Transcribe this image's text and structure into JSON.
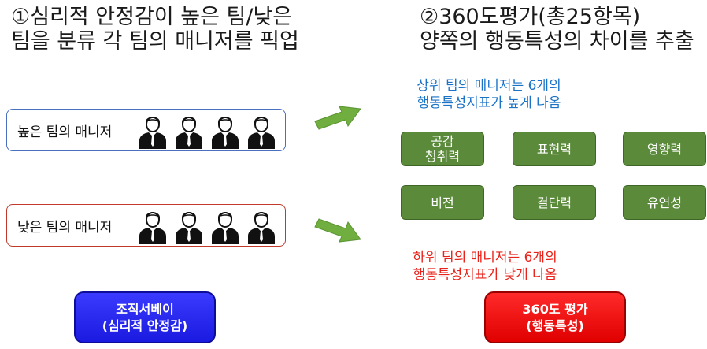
{
  "step1": {
    "line1": "①심리적 안정감이 높은 팀/낮은",
    "line2": "팀을 분류 각 팀의 매니저를 픽업"
  },
  "step2": {
    "line1": "②360도평가(총25항목)",
    "line2": "양쪽의 행동특성의 차이를 추출"
  },
  "teams": {
    "high_label": "높은 팀의 매니저",
    "low_label": "낮은 팀의 매니저",
    "manager_icon": "businessman-icon",
    "icon_count": 4
  },
  "notes": {
    "high_line1": "상위 팀의 매니저는 6개의",
    "high_line2": "행동특성지표가 높게 나옴",
    "low_line1": "하위 팀의 매니저는 6개의",
    "low_line2": "행동특성지표가 낮게 나옴"
  },
  "traits": [
    {
      "line1": "공감",
      "line2": "청취력"
    },
    {
      "line1": "표현력",
      "line2": ""
    },
    {
      "line1": "영향력",
      "line2": ""
    },
    {
      "line1": "비전",
      "line2": ""
    },
    {
      "line1": "결단력",
      "line2": ""
    },
    {
      "line1": "유연성",
      "line2": ""
    }
  ],
  "buttons": {
    "survey_line1": "조직서베이",
    "survey_line2": "(심리적 안정감)",
    "eval_line1": "360도 평가",
    "eval_line2": "(행동특성)"
  },
  "colors": {
    "high_accent": "#1a73c7",
    "low_accent": "#e8231b",
    "trait_green": "#5a8a3a",
    "arrow_green": "#6fae3f",
    "survey_blue": "#2323f0",
    "eval_red": "#f00000"
  }
}
